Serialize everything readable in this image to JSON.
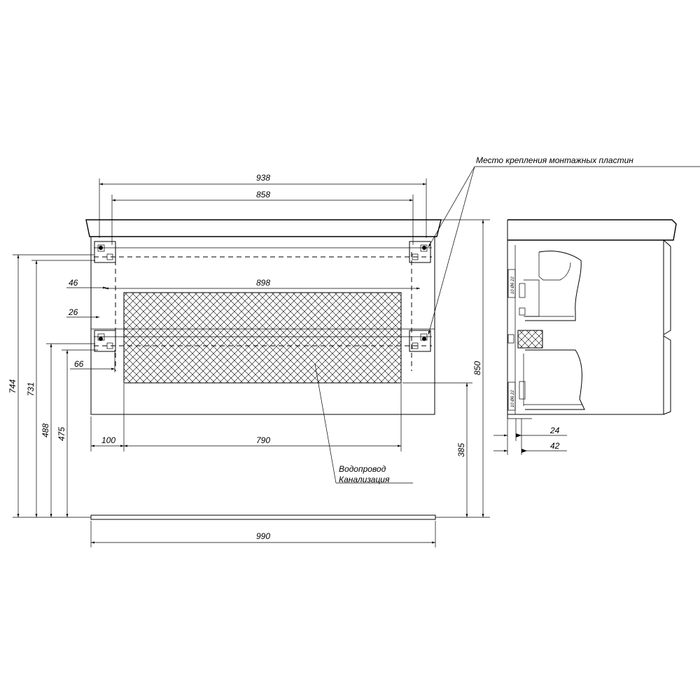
{
  "annotations": {
    "mounting_plates": "Место крепления монтажных пластин",
    "water_supply": "Водопровод",
    "sewage": "Канализация"
  },
  "dimensions": {
    "d938": "938",
    "d858": "858",
    "d898": "898",
    "d46": "46",
    "d26": "26",
    "d66": "66",
    "d100": "100",
    "d790": "790",
    "d990": "990",
    "d850": "850",
    "d385": "385",
    "d744": "744",
    "d731": "731",
    "d488": "488",
    "d475": "475",
    "d24": "24",
    "d42": "42"
  }
}
